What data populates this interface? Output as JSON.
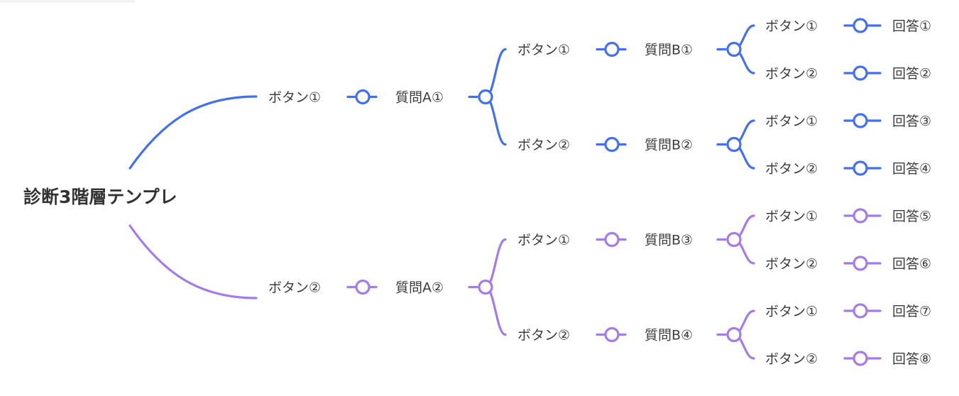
{
  "colors": {
    "branch_top": "#4370f0",
    "branch_bottom": "#a47be8",
    "text": "#3c3c3c",
    "root_text": "#333333"
  },
  "root": {
    "label": "診断3階層テンプレ"
  },
  "branches": [
    {
      "button": "ボタン①",
      "question": "質問A①",
      "children": [
        {
          "button": "ボタン①",
          "question": "質問B①",
          "answers": [
            {
              "button": "ボタン①",
              "answer": "回答①"
            },
            {
              "button": "ボタン②",
              "answer": "回答②"
            }
          ]
        },
        {
          "button": "ボタン②",
          "question": "質問B②",
          "answers": [
            {
              "button": "ボタン①",
              "answer": "回答③"
            },
            {
              "button": "ボタン②",
              "answer": "回答④"
            }
          ]
        }
      ]
    },
    {
      "button": "ボタン②",
      "question": "質問A②",
      "children": [
        {
          "button": "ボタン①",
          "question": "質問B③",
          "answers": [
            {
              "button": "ボタン①",
              "answer": "回答⑤"
            },
            {
              "button": "ボタン②",
              "answer": "回答⑥"
            }
          ]
        },
        {
          "button": "ボタン②",
          "question": "質問B④",
          "answers": [
            {
              "button": "ボタン①",
              "answer": "回答⑦"
            },
            {
              "button": "ボタン②",
              "answer": "回答⑧"
            }
          ]
        }
      ]
    }
  ]
}
